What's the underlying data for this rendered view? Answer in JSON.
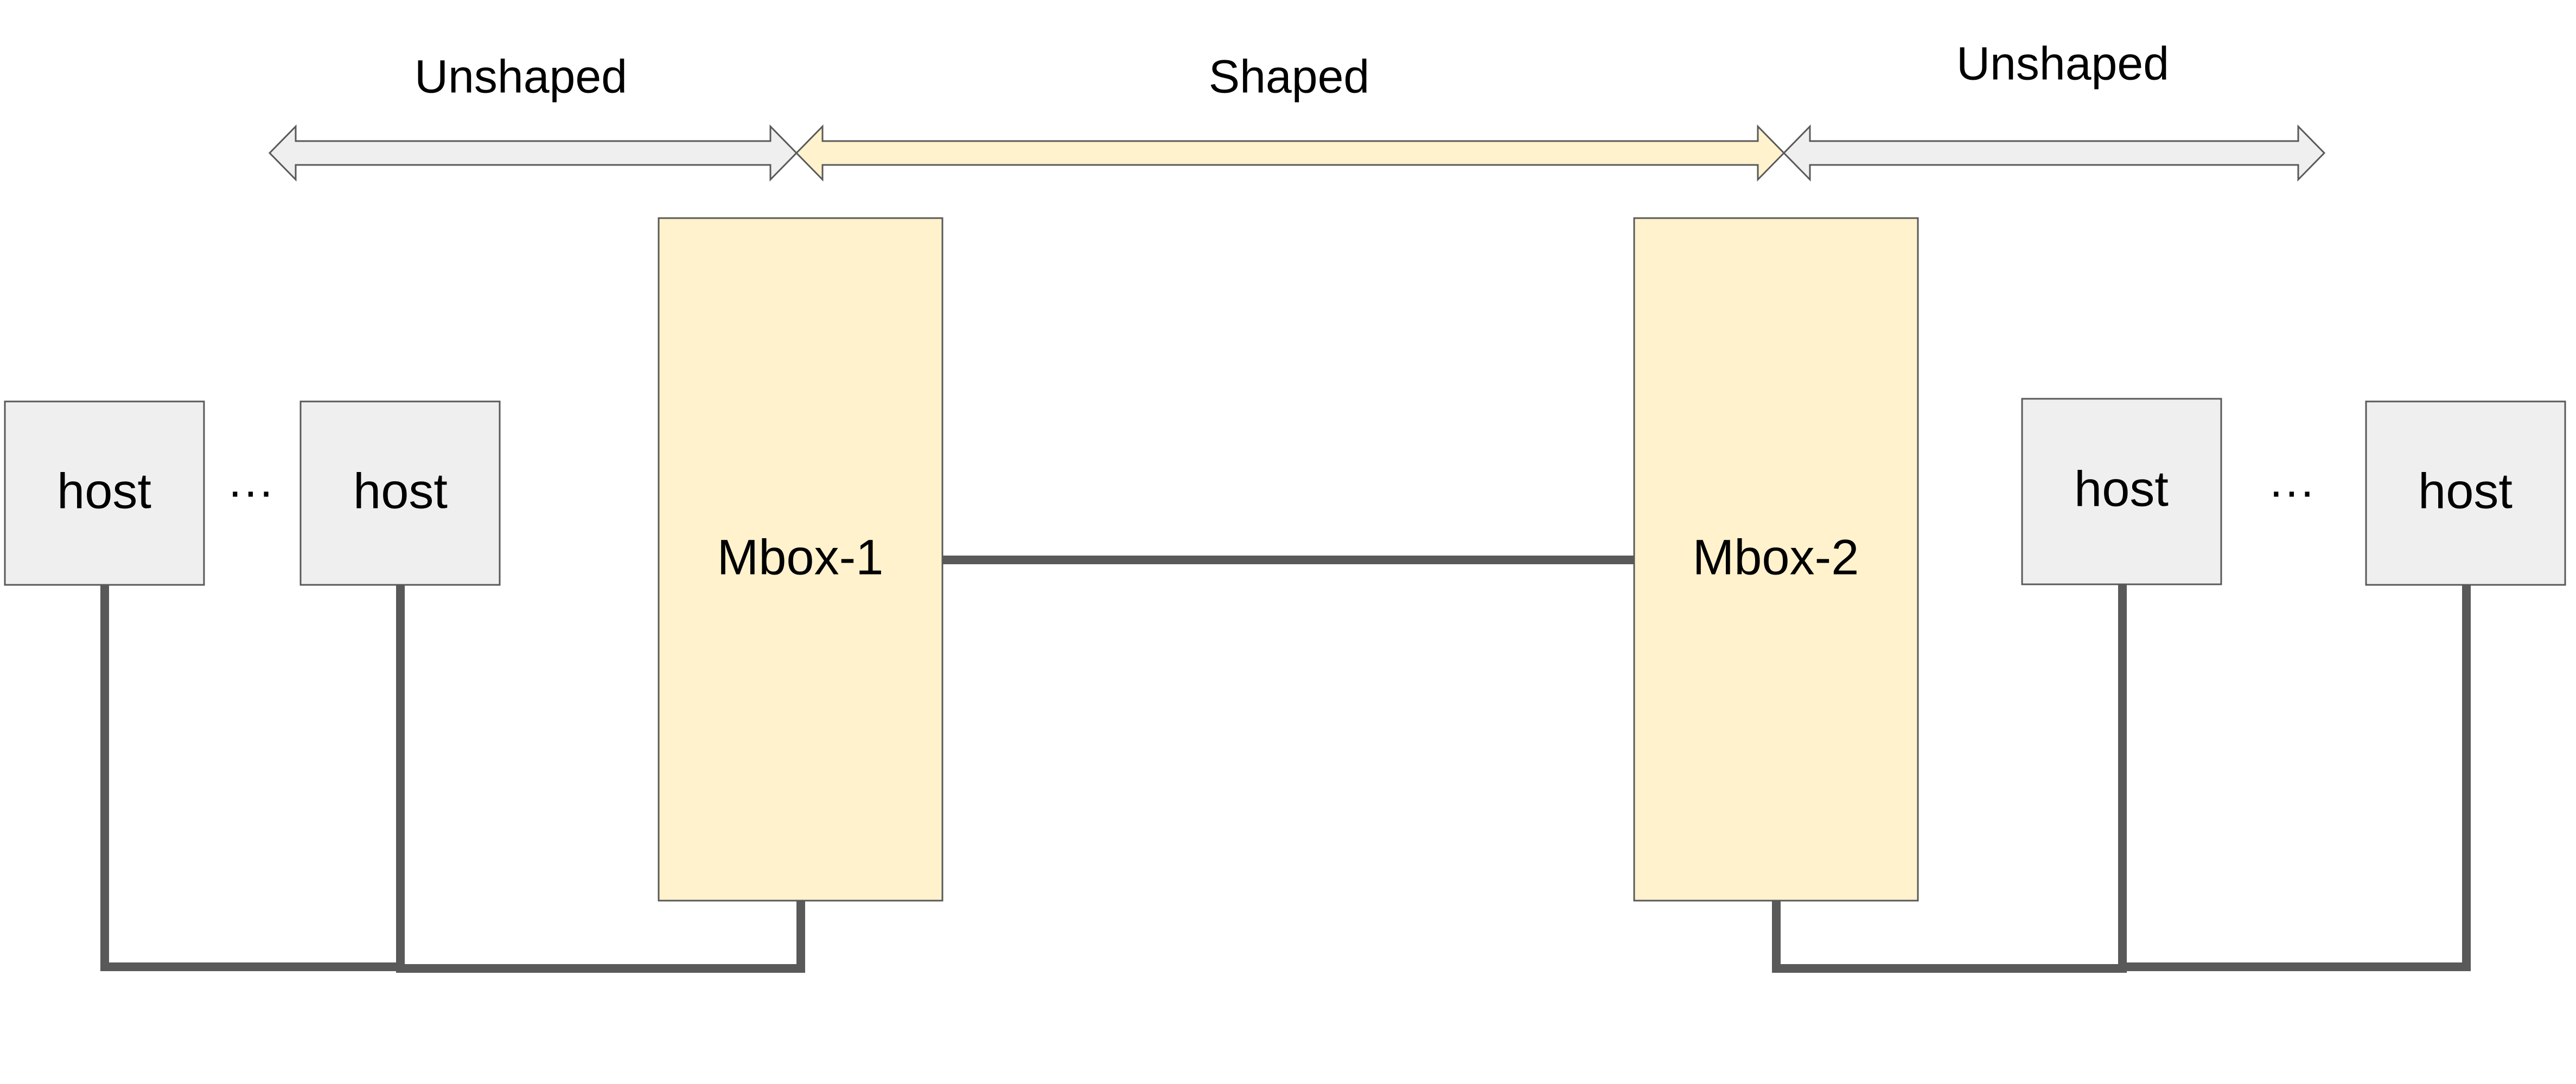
{
  "zones": {
    "left_label": "Unshaped",
    "middle_label": "Shaped",
    "right_label": "Unshaped"
  },
  "left_hosts": {
    "host_a": "host",
    "ellipsis": "···",
    "host_b": "host"
  },
  "middleboxes": {
    "mbox1": "Mbox-1",
    "mbox2": "Mbox-2"
  },
  "right_hosts": {
    "host_a": "host",
    "ellipsis": "···",
    "host_b": "host"
  },
  "colors": {
    "host_fill": "#efefef",
    "mbox_fill": "#fff2cc",
    "shaped_arrow_fill": "#fff2cc",
    "unshaped_arrow_fill": "#efefef",
    "wire": "#595959",
    "outline": "#595959"
  }
}
